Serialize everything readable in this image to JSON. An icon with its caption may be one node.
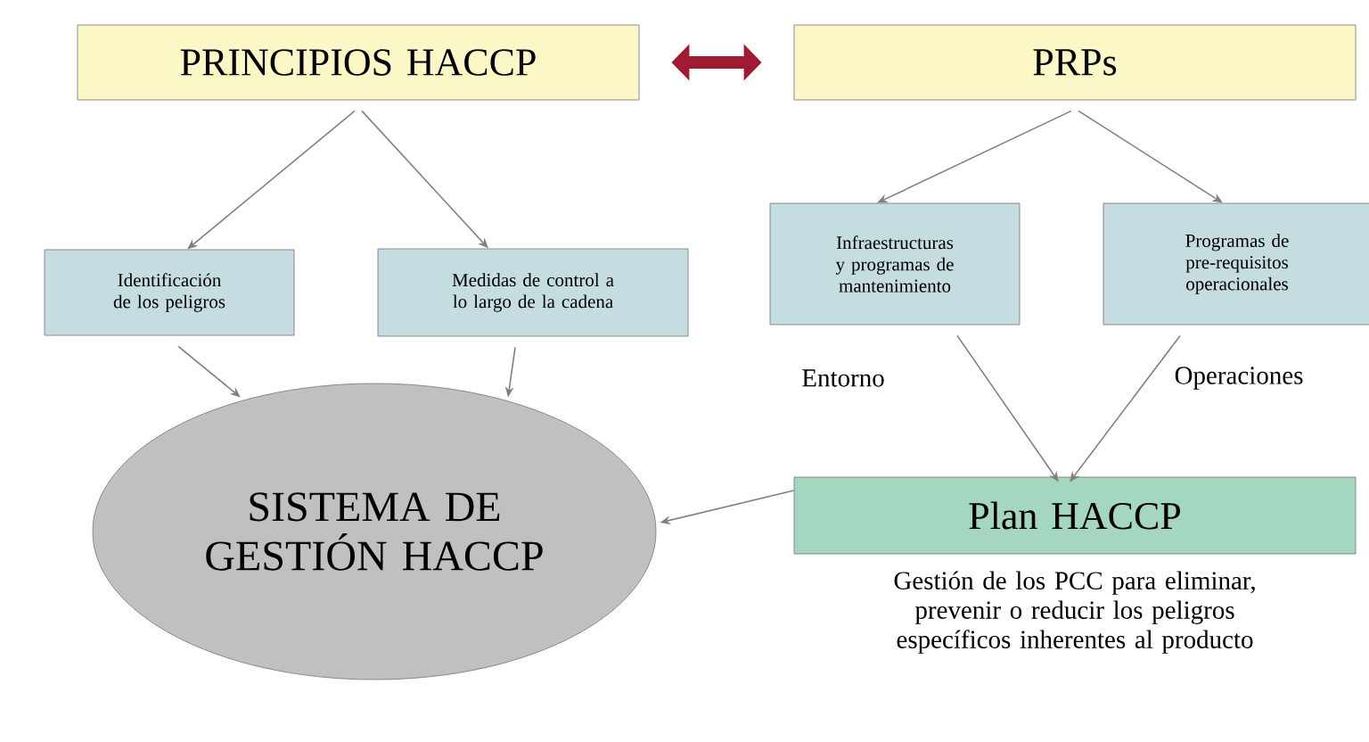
{
  "diagram": {
    "nodes": [
      {
        "text": [
          "PRINCIPIOS HACCP"
        ]
      },
      {
        "text": [
          "PRPs"
        ]
      },
      {
        "text": [
          "Identificación de los peligros"
        ]
      },
      {
        "text": [
          "Medidas de control a lo largo de la cadena"
        ]
      },
      {
        "text": [
          "Infraestructuras y programas de mantenimiento"
        ]
      },
      {
        "text": [
          "Programas de pre-requisitos operacionales"
        ]
      },
      {
        "text": [
          "SISTEMA DE GESTIÓN HACCP"
        ]
      },
      {
        "text": [
          "Plan HACCP"
        ],
        "beside": [
          "Gestión de los PCC para eliminar, prevenir o reducir los peligros específicos inherentes al producto"
        ]
      }
    ],
    "edges": [
      {
        "from": 0,
        "to": 1,
        "arrow": "both",
        "style": "thick",
        "color": "#a01a32"
      },
      {
        "from": 0,
        "to": 2,
        "arrow": "to"
      },
      {
        "from": 0,
        "to": 3,
        "arrow": "to"
      },
      {
        "from": 1,
        "to": 4,
        "arrow": "to"
      },
      {
        "from": 1,
        "to": 5,
        "arrow": "to"
      },
      {
        "from": 2,
        "to": 6,
        "arrow": "to"
      },
      {
        "from": 3,
        "to": 6,
        "arrow": "to"
      },
      {
        "from": 4,
        "to": 7,
        "arrow": "to",
        "label": "Entorno"
      },
      {
        "from": 5,
        "to": 7,
        "arrow": "to",
        "label": "Operaciones"
      },
      {
        "from": 7,
        "to": 6,
        "arrow": "to"
      }
    ]
  }
}
